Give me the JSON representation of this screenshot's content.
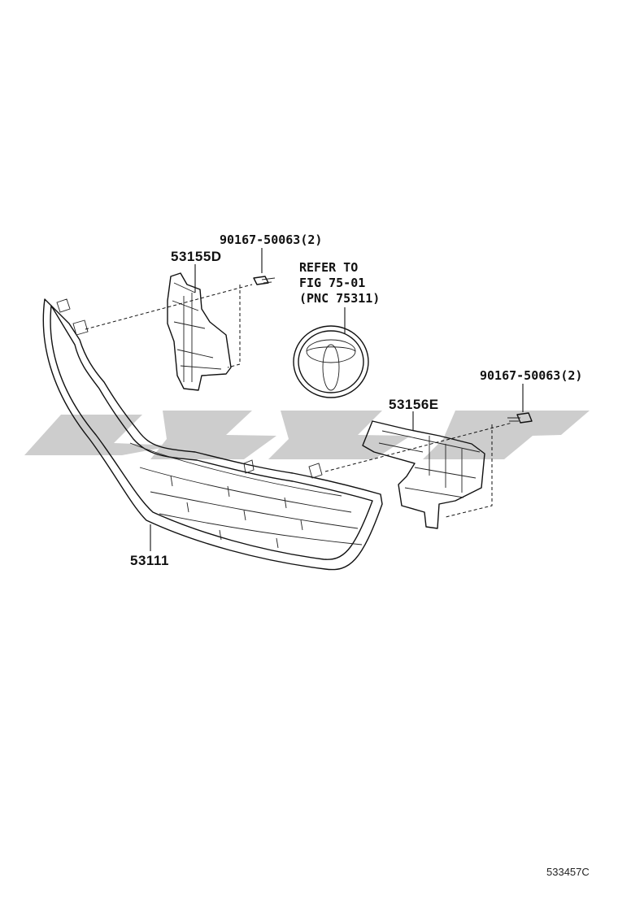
{
  "figure_number": "533457C",
  "callouts": {
    "bolt_top": "90167-50063(2)",
    "bracket_left": "53155D",
    "reference_line1": "REFER TO",
    "reference_line2": "FIG 75-01",
    "reference_line3": "(PNC 75311)",
    "bolt_right": "90167-50063(2)",
    "bracket_right": "53156E",
    "grille": "53111"
  },
  "watermark_logo": "toyota-emblem",
  "colors": {
    "line": "#111111",
    "watermark": "#c8c8c8",
    "background": "#ffffff"
  }
}
